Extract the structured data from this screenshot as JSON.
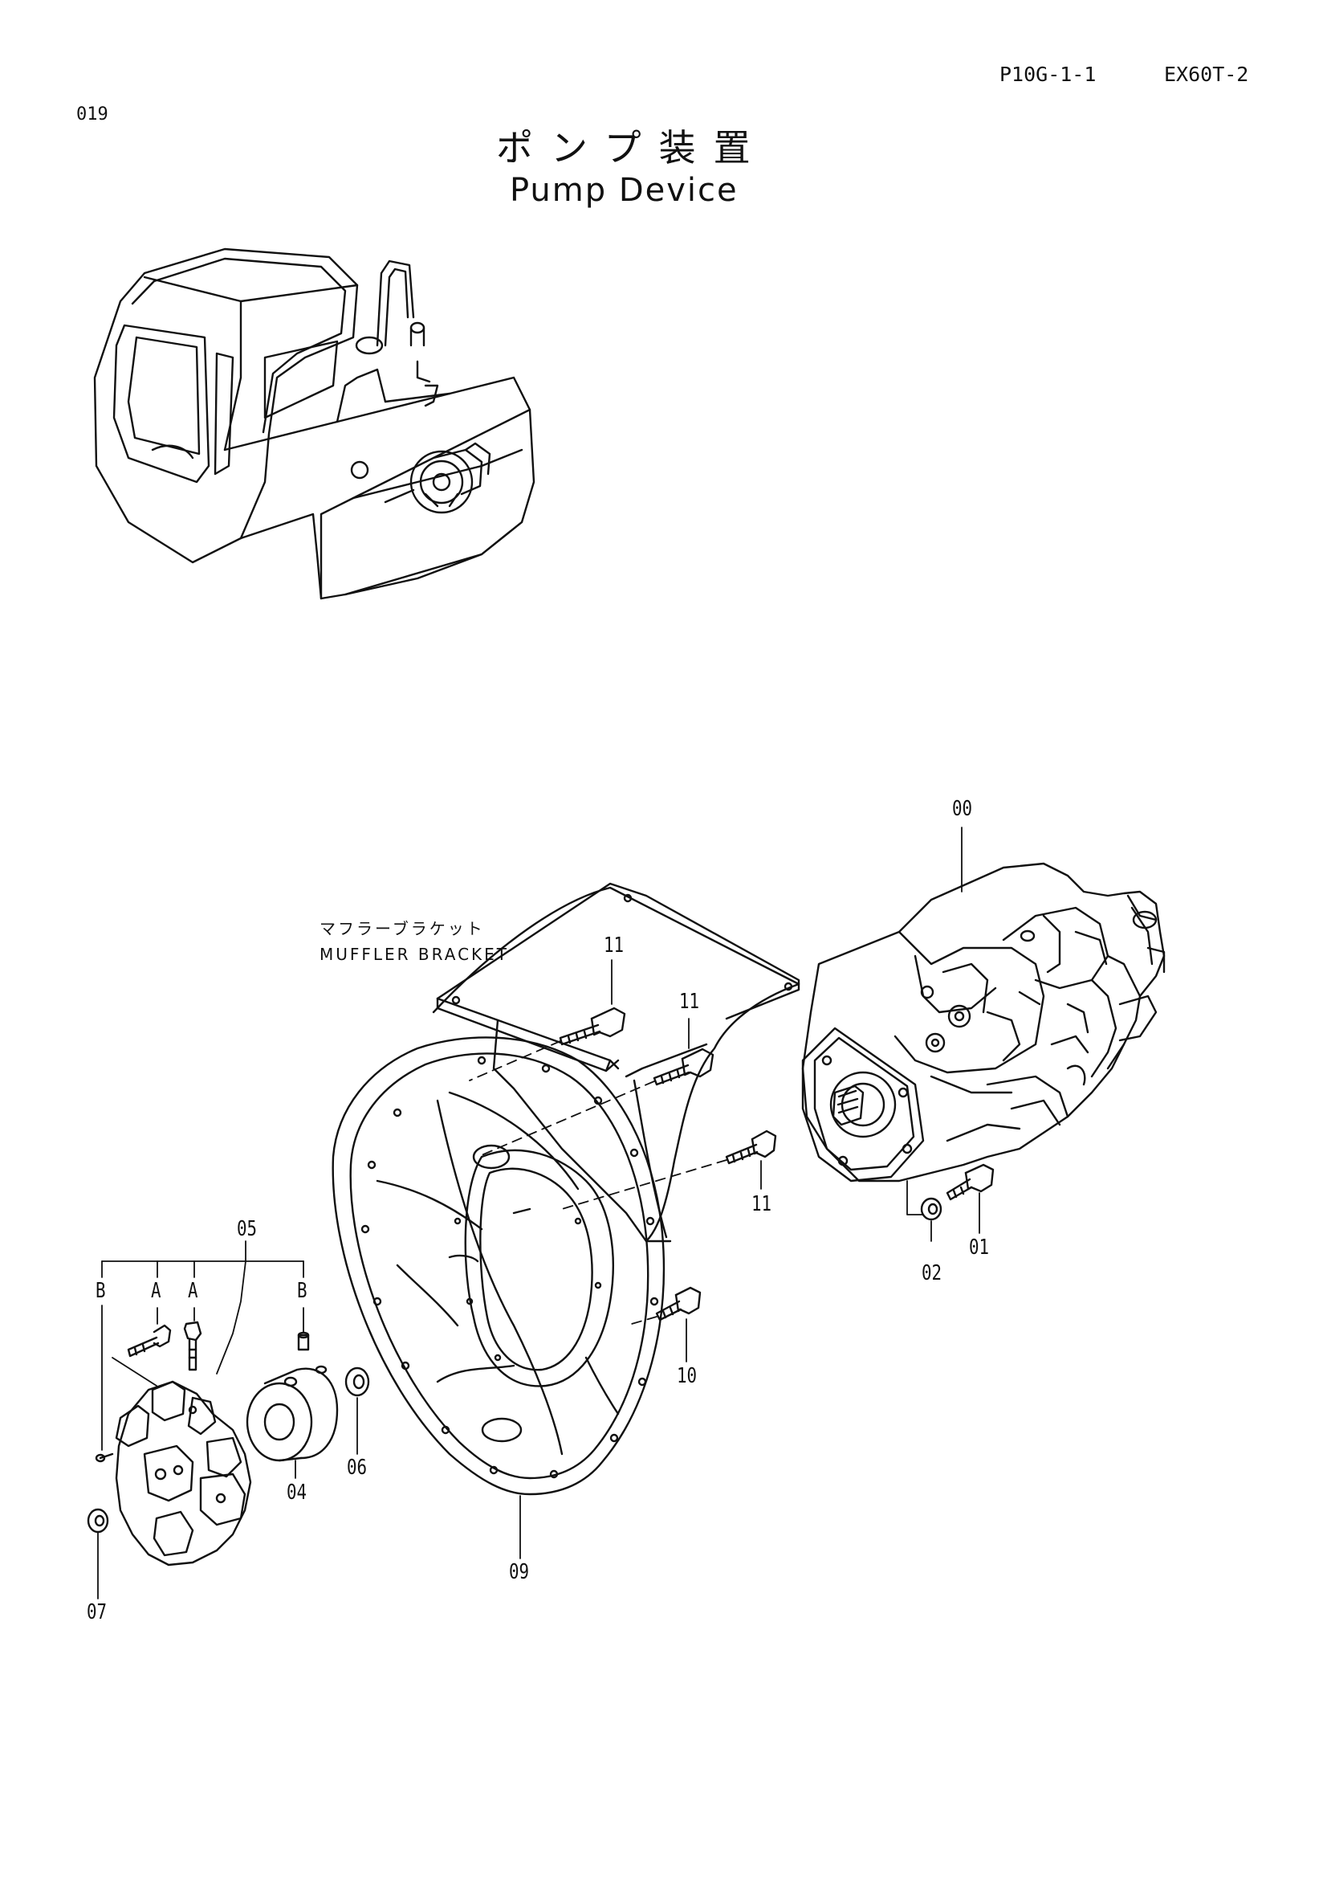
{
  "header": {
    "page_id": "P10G-1-1",
    "model": "EX60T-2",
    "sheet_no": "019"
  },
  "title": {
    "japanese": "ポンプ装置",
    "english": "Pump Device"
  },
  "note": {
    "japanese": "マフラーブラケット",
    "english": "MUFFLER  BRACKET"
  },
  "callouts": {
    "c00": "00",
    "c01": "01",
    "c02": "02",
    "c04": "04",
    "c05": "05",
    "c06": "06",
    "c07": "07",
    "c09": "09",
    "c10": "10",
    "c11a": "11",
    "c11b": "11",
    "c11c": "11",
    "cA1": "A",
    "cA2": "A",
    "cB1": "B",
    "cB2": "B"
  }
}
